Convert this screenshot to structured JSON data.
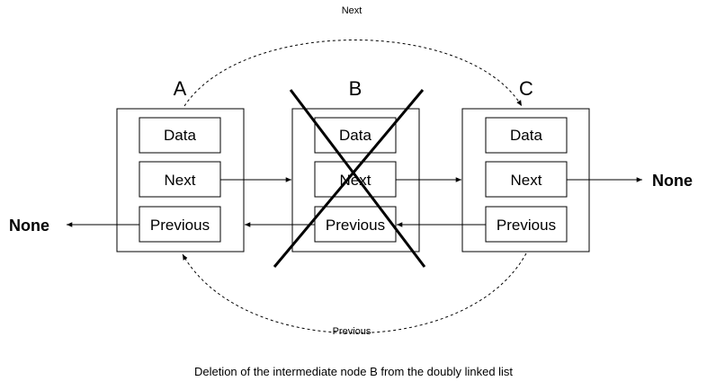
{
  "nodes": [
    {
      "title": "A",
      "fields": [
        "Data",
        "Next",
        "Previous"
      ],
      "deleted": false
    },
    {
      "title": "B",
      "fields": [
        "Data",
        "Next",
        "Previous"
      ],
      "deleted": true
    },
    {
      "title": "C",
      "fields": [
        "Data",
        "Next",
        "Previous"
      ],
      "deleted": false
    }
  ],
  "terminals": {
    "left": "None",
    "right": "None"
  },
  "bypass_links": {
    "next": "Next",
    "previous": "Previous"
  },
  "caption": "Deletion of the intermediate node B from the doubly linked list"
}
